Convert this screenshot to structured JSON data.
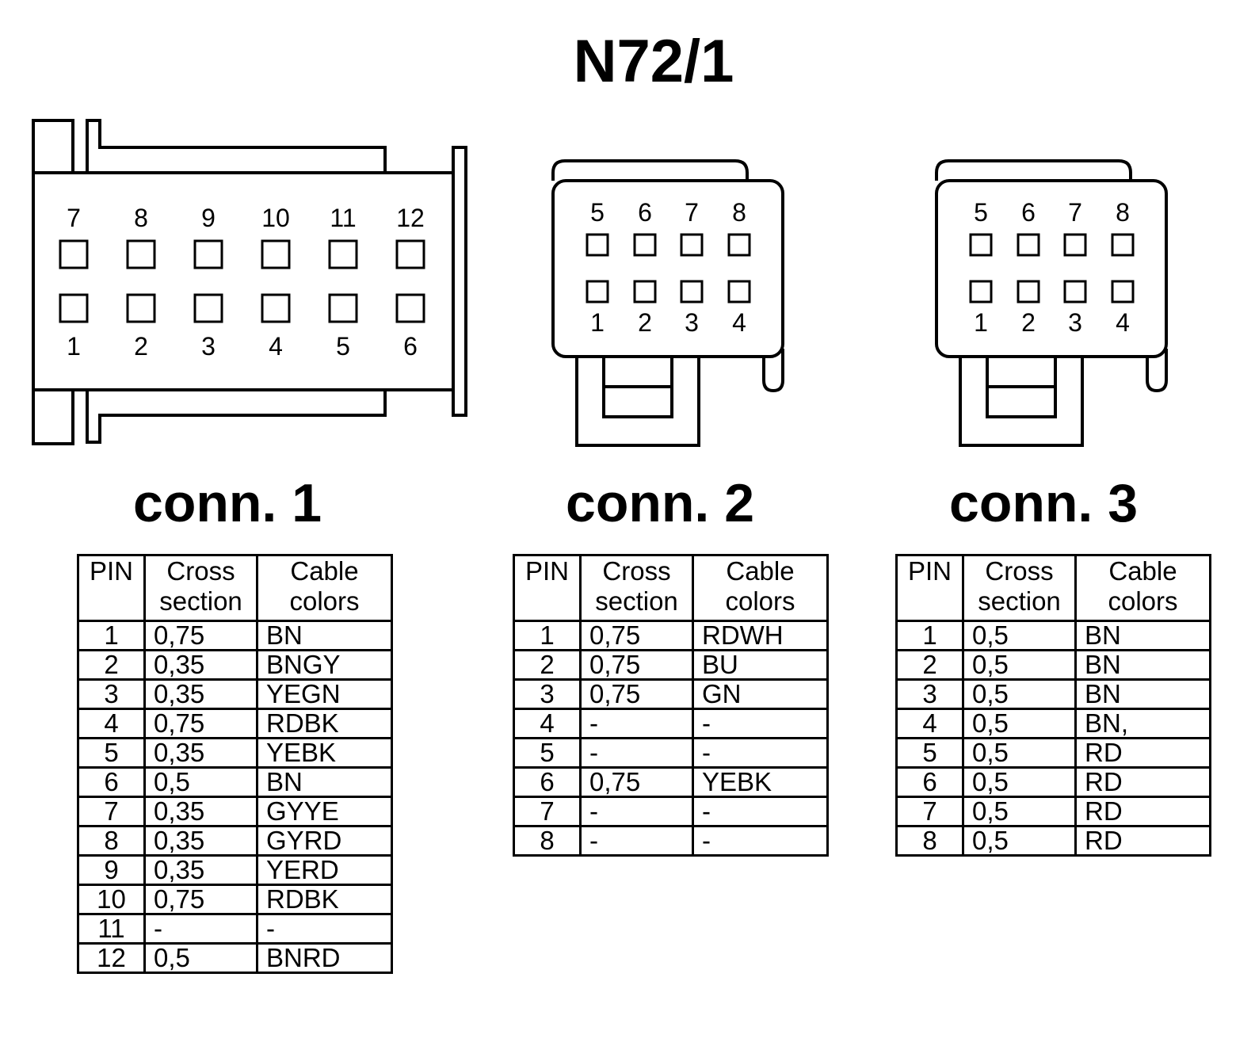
{
  "title": "N72/1",
  "connectors": [
    {
      "label": "conn. 1",
      "pins_top": [
        "7",
        "8",
        "9",
        "10",
        "11",
        "12"
      ],
      "pins_bottom": [
        "1",
        "2",
        "3",
        "4",
        "5",
        "6"
      ],
      "table": {
        "headers": [
          "PIN",
          "Cross\nsection",
          "Cable\ncolors"
        ],
        "rows": [
          [
            "1",
            "0,75",
            "BN"
          ],
          [
            "2",
            "0,35",
            "BNGY"
          ],
          [
            "3",
            "0,35",
            "YEGN"
          ],
          [
            "4",
            "0,75",
            "RDBK"
          ],
          [
            "5",
            "0,35",
            "YEBK"
          ],
          [
            "6",
            "0,5",
            "BN"
          ],
          [
            "7",
            "0,35",
            "GYYE"
          ],
          [
            "8",
            "0,35",
            "GYRD"
          ],
          [
            "9",
            "0,35",
            "YERD"
          ],
          [
            "10",
            "0,75",
            "RDBK"
          ],
          [
            "11",
            "-",
            "-"
          ],
          [
            "12",
            "0,5",
            "BNRD"
          ]
        ]
      }
    },
    {
      "label": "conn. 2",
      "pins_top": [
        "5",
        "6",
        "7",
        "8"
      ],
      "pins_bottom": [
        "1",
        "2",
        "3",
        "4"
      ],
      "table": {
        "headers": [
          "PIN",
          "Cross\nsection",
          "Cable\ncolors"
        ],
        "rows": [
          [
            "1",
            "0,75",
            "RDWH"
          ],
          [
            "2",
            "0,75",
            "BU"
          ],
          [
            "3",
            "0,75",
            "GN"
          ],
          [
            "4",
            "-",
            "-"
          ],
          [
            "5",
            "-",
            "-"
          ],
          [
            "6",
            "0,75",
            "YEBK"
          ],
          [
            "7",
            "-",
            "-"
          ],
          [
            "8",
            "-",
            "-"
          ]
        ]
      }
    },
    {
      "label": "conn. 3",
      "pins_top": [
        "5",
        "6",
        "7",
        "8"
      ],
      "pins_bottom": [
        "1",
        "2",
        "3",
        "4"
      ],
      "table": {
        "headers": [
          "PIN",
          "Cross\nsection",
          "Cable\ncolors"
        ],
        "rows": [
          [
            "1",
            "0,5",
            "BN"
          ],
          [
            "2",
            "0,5",
            "BN"
          ],
          [
            "3",
            "0,5",
            "BN"
          ],
          [
            "4",
            "0,5",
            "BN,"
          ],
          [
            "5",
            "0,5",
            "RD"
          ],
          [
            "6",
            "0,5",
            "RD"
          ],
          [
            "7",
            "0,5",
            "RD"
          ],
          [
            "8",
            "0,5",
            "RD"
          ]
        ]
      }
    }
  ]
}
